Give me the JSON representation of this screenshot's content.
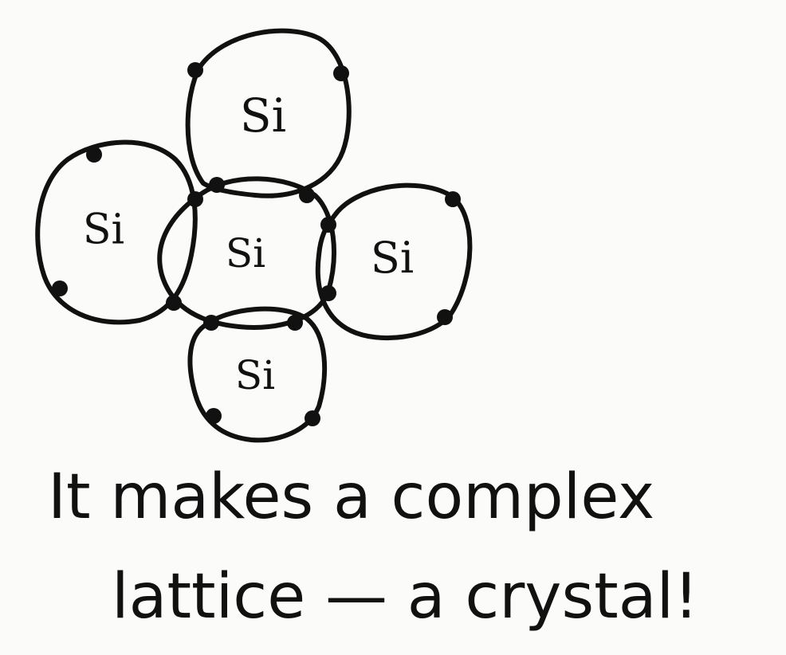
{
  "diagram": {
    "atoms": [
      {
        "id": "top",
        "label": "Si"
      },
      {
        "id": "left",
        "label": "Si"
      },
      {
        "id": "center",
        "label": "Si"
      },
      {
        "id": "right",
        "label": "Si"
      },
      {
        "id": "bottom",
        "label": "Si"
      }
    ],
    "caption": {
      "line1": "It makes a complex",
      "line2": "lattice — a crystal!"
    }
  }
}
